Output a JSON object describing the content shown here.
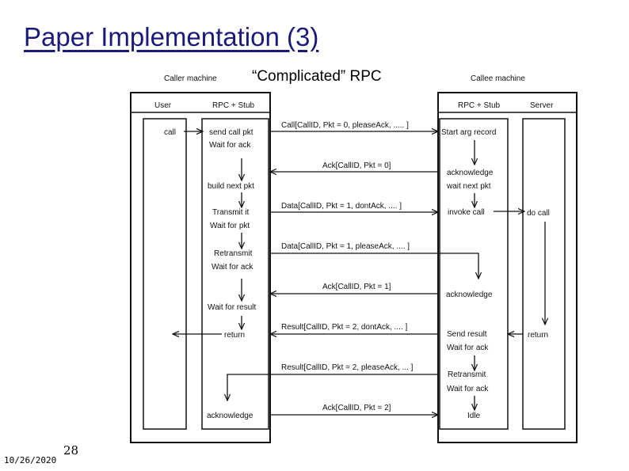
{
  "slide": {
    "title": "Paper Implementation (3)",
    "subtitle": "“Complicated” RPC",
    "date": "10/26/2020",
    "page_number": "28"
  },
  "diagram": {
    "machines": {
      "caller": "Caller machine",
      "callee": "Callee machine"
    },
    "columns": {
      "user": "User",
      "caller_stub": "RPC + Stub",
      "callee_stub": "RPC + Stub",
      "server": "Server"
    },
    "user_steps": {
      "call": "call",
      "return": "return"
    },
    "caller_steps": {
      "send_call_pkt": "send call pkt",
      "wait_for_ack_1": "Wait for ack",
      "build_next_pkt": "build next pkt",
      "transmit_it": "Transmit it",
      "wait_for_pkt": "Wait for pkt",
      "retransmit": "Retransmit",
      "wait_for_ack_2": "Wait for ack",
      "wait_for_result": "Wait for result",
      "return": "return",
      "acknowledge": "acknowledge"
    },
    "callee_steps": {
      "start_arg_record": "Start arg record",
      "acknowledge_1": "acknowledge",
      "wait_next_pkt": "wait next pkt",
      "invoke_call": "invoke call",
      "acknowledge_2": "acknowledge",
      "send_result": "Send result",
      "wait_for_ack_1": "Wait for ack",
      "retransmit": "Retransmit",
      "wait_for_ack_2": "Wait for ack",
      "idle": "Idle"
    },
    "server_steps": {
      "do_call": "do call",
      "return": "return"
    },
    "messages": {
      "m1": "Call[CallID, Pkt = 0, pleaseAck, ..... ]",
      "m2": "Ack[CallID, Pkt = 0]",
      "m3": "Data[CallID, Pkt = 1, dontAck, .... ]",
      "m4": "Data[CallID, Pkt = 1, pleaseAck, .... ]",
      "m5": "Ack[CallID, Pkt = 1]",
      "m6": "Result[CallID, Pkt = 2, dontAck, .... ]",
      "m7": "Result[CallID, Pkt = 2, pleaseAck, ... ]",
      "m8": "Ack[CallID, Pkt = 2]"
    }
  }
}
